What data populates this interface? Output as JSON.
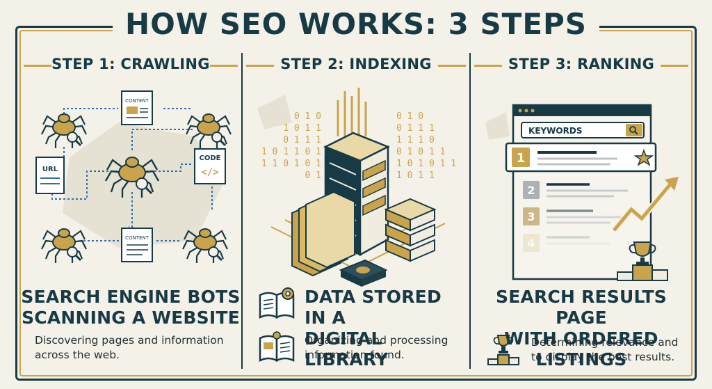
{
  "title": "HOW SEO WORKS: 3 STEPS",
  "colors": {
    "navy": "#173a45",
    "gold": "#c9a44c",
    "background": "#f4f1e8"
  },
  "steps": [
    {
      "label": "STEP 1: CRAWLING",
      "headline_line1": "SEARCH ENGINE BOTS",
      "headline_line2": "SCANNING A WEBSITE",
      "description": "Discovering pages and information across the web.",
      "illustration": {
        "doc_labels": [
          "CONTENT",
          "URL",
          "CODE",
          "CONTENT"
        ],
        "icons": [
          "spider-bot-icon",
          "magnifier-icon",
          "document-icon",
          "code-icon"
        ]
      }
    },
    {
      "label": "STEP 2: INDEXING",
      "headline_line1": "DATA STORED IN A",
      "headline_line2": "DIGITAL LIBRARY",
      "description": "Organizing and processing information found.",
      "illustration": {
        "binary_left": [
          "0 1 0",
          "1 0 1 1",
          "0 1 1 1",
          "1 0 1 1 0 1",
          "1 1 0 1 0 1",
          "0 1"
        ],
        "binary_right": [
          "0 1 0",
          "0 1 1 1",
          "1 1 1 0",
          "0 1 0 1 1",
          "1 0 1 0 1 1",
          "1 0 1 1"
        ],
        "icons": [
          "server-icon",
          "folder-icon",
          "database-icon",
          "book-gear-icon",
          "book-icon"
        ]
      }
    },
    {
      "label": "STEP 3: RANKING",
      "headline_line1": "SEARCH RESULTS PAGE",
      "headline_line2": "WITH ORDERED LISTINGS",
      "description": "Determining relevance and to display the best results.",
      "illustration": {
        "search_placeholder": "KEYWORDS",
        "ranks": [
          "1",
          "2",
          "3",
          "4"
        ],
        "icons": [
          "search-icon",
          "star-icon",
          "trend-arrow-icon",
          "trophy-icon"
        ]
      }
    }
  ]
}
